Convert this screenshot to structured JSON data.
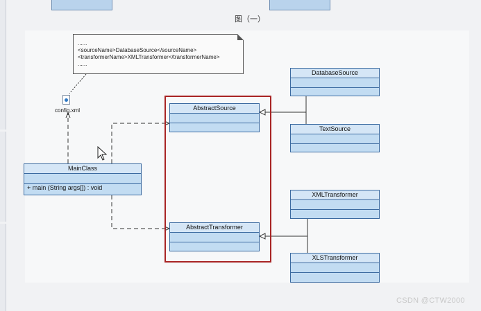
{
  "caption": "图（一）",
  "note_lines": [
    "......",
    "<sourceName>DatabaseSource</sourceName>",
    "<transformerName>XMLTransformer</transformerName>",
    "......"
  ],
  "config_file": {
    "icon": "xml-file-icon",
    "label": "config.xml"
  },
  "classes": {
    "main_class": {
      "name": "MainClass",
      "operation": "+ main (String args[]) : void"
    },
    "abstract_source": {
      "name": "AbstractSource"
    },
    "abstract_transformer": {
      "name": "AbstractTransformer"
    },
    "database_source": {
      "name": "DatabaseSource"
    },
    "text_source": {
      "name": "TextSource"
    },
    "xml_transformer": {
      "name": "XMLTransformer"
    },
    "xls_transformer": {
      "name": "XLSTransformer"
    }
  },
  "watermark": "CSDN @CTW2000",
  "colors": {
    "class_fill": "#c2dcf2",
    "class_border": "#3b6aa0",
    "highlight_border": "#a82424"
  }
}
